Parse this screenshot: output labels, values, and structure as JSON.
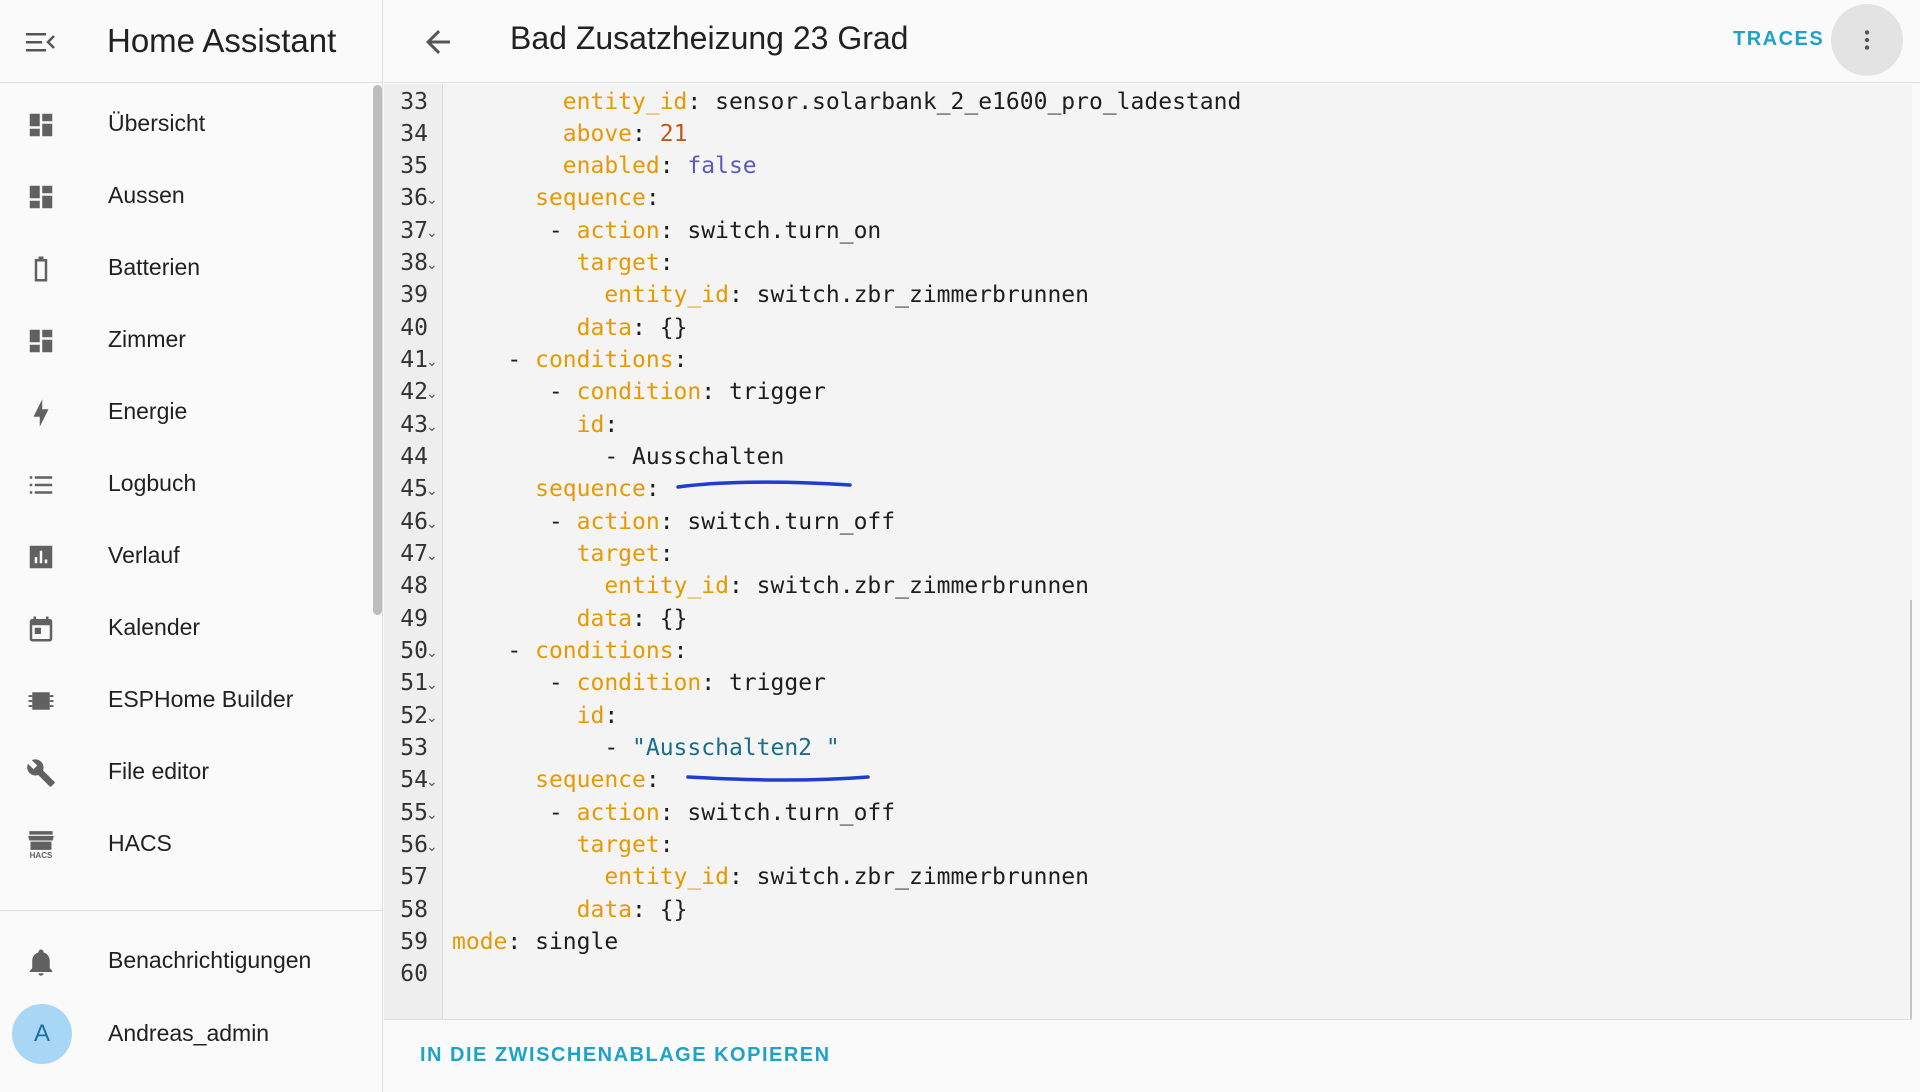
{
  "app": {
    "title": "Home Assistant"
  },
  "sidebar": {
    "items": [
      {
        "label": "Übersicht",
        "icon": "dashboard-icon"
      },
      {
        "label": "Aussen",
        "icon": "dashboard-icon"
      },
      {
        "label": "Batterien",
        "icon": "battery-icon"
      },
      {
        "label": "Zimmer",
        "icon": "dashboard-icon"
      },
      {
        "label": "Energie",
        "icon": "lightning-icon"
      },
      {
        "label": "Logbuch",
        "icon": "list-icon"
      },
      {
        "label": "Verlauf",
        "icon": "chart-box-icon"
      },
      {
        "label": "Kalender",
        "icon": "calendar-icon"
      },
      {
        "label": "ESPHome Builder",
        "icon": "chip-icon"
      },
      {
        "label": "File editor",
        "icon": "wrench-icon"
      },
      {
        "label": "HACS",
        "icon": "hacs-store-icon",
        "icon_text": "HACS"
      }
    ],
    "notifications_label": "Benachrichtigungen",
    "user": {
      "name": "Andreas_admin",
      "initial": "A"
    }
  },
  "header": {
    "title": "Bad Zusatzheizung 23 Grad",
    "traces_label": "TRACES"
  },
  "editor": {
    "lines": [
      {
        "n": "33",
        "fold": false
      },
      {
        "n": "34",
        "fold": false
      },
      {
        "n": "35",
        "fold": false
      },
      {
        "n": "36",
        "fold": true
      },
      {
        "n": "37",
        "fold": true
      },
      {
        "n": "38",
        "fold": true
      },
      {
        "n": "39",
        "fold": false
      },
      {
        "n": "40",
        "fold": false
      },
      {
        "n": "41",
        "fold": true
      },
      {
        "n": "42",
        "fold": true
      },
      {
        "n": "43",
        "fold": true
      },
      {
        "n": "44",
        "fold": false
      },
      {
        "n": "45",
        "fold": true
      },
      {
        "n": "46",
        "fold": true
      },
      {
        "n": "47",
        "fold": true
      },
      {
        "n": "48",
        "fold": false
      },
      {
        "n": "49",
        "fold": false
      },
      {
        "n": "50",
        "fold": true
      },
      {
        "n": "51",
        "fold": true
      },
      {
        "n": "52",
        "fold": true
      },
      {
        "n": "53",
        "fold": false
      },
      {
        "n": "54",
        "fold": true
      },
      {
        "n": "55",
        "fold": true
      },
      {
        "n": "56",
        "fold": true
      },
      {
        "n": "57",
        "fold": false
      },
      {
        "n": "58",
        "fold": false
      },
      {
        "n": "59",
        "fold": false
      },
      {
        "n": "60",
        "fold": false
      }
    ],
    "code": {
      "l33": {
        "key": "entity_id",
        "val": "sensor.solarbank_2_e1600_pro_ladestand"
      },
      "l34": {
        "key": "above",
        "val": "21"
      },
      "l35": {
        "key": "enabled",
        "val": "false"
      },
      "l36": {
        "key": "sequence"
      },
      "l37": {
        "key": "action",
        "val": "switch.turn_on"
      },
      "l38": {
        "key": "target"
      },
      "l39": {
        "key": "entity_id",
        "val": "switch.zbr_zimmerbrunnen"
      },
      "l40": {
        "key": "data",
        "val": "{}"
      },
      "l41": {
        "key": "conditions"
      },
      "l42": {
        "key": "condition",
        "val": "trigger"
      },
      "l43": {
        "key": "id"
      },
      "l44": {
        "val": "Ausschalten"
      },
      "l45": {
        "key": "sequence"
      },
      "l46": {
        "key": "action",
        "val": "switch.turn_off"
      },
      "l47": {
        "key": "target"
      },
      "l48": {
        "key": "entity_id",
        "val": "switch.zbr_zimmerbrunnen"
      },
      "l49": {
        "key": "data",
        "val": "{}"
      },
      "l50": {
        "key": "conditions"
      },
      "l51": {
        "key": "condition",
        "val": "trigger"
      },
      "l52": {
        "key": "id"
      },
      "l53": {
        "val": "\"Ausschalten2 \""
      },
      "l54": {
        "key": "sequence"
      },
      "l55": {
        "key": "action",
        "val": "switch.turn_off"
      },
      "l56": {
        "key": "target"
      },
      "l57": {
        "key": "entity_id",
        "val": "switch.zbr_zimmerbrunnen"
      },
      "l58": {
        "key": "data",
        "val": "{}"
      },
      "l59": {
        "key": "mode",
        "val": "single"
      }
    },
    "copy_label": "IN DIE ZWISCHENABLAGE KOPIEREN"
  },
  "colors": {
    "accent": "#1fa2c9",
    "yaml_key": "#e69a00",
    "yaml_number": "#c2571a",
    "yaml_bool": "#5b5bb8",
    "yaml_string": "#166e8a",
    "annotation": "#1f3ecf"
  }
}
